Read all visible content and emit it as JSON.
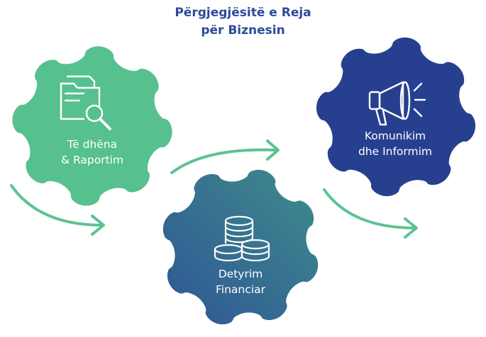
{
  "title": {
    "line1": "Përgjegjësitë e Reja",
    "line2": "për Biznesin"
  },
  "gears": [
    {
      "line1": "Të dhëna",
      "line2": "& Raportim",
      "icon": "folder-search-icon",
      "color": "#56c08f"
    },
    {
      "line1": "Detyrim",
      "line2": "Financiar",
      "icon": "coins-stack-icon",
      "color_start": "#2e5594",
      "color_end": "#3f8c8c"
    },
    {
      "line1": "Komunikim",
      "line2": "dhe Informim",
      "icon": "megaphone-icon",
      "color": "#263f8f"
    }
  ],
  "colors": {
    "title": "#2c4a9a",
    "arrow": "#5cc291"
  }
}
